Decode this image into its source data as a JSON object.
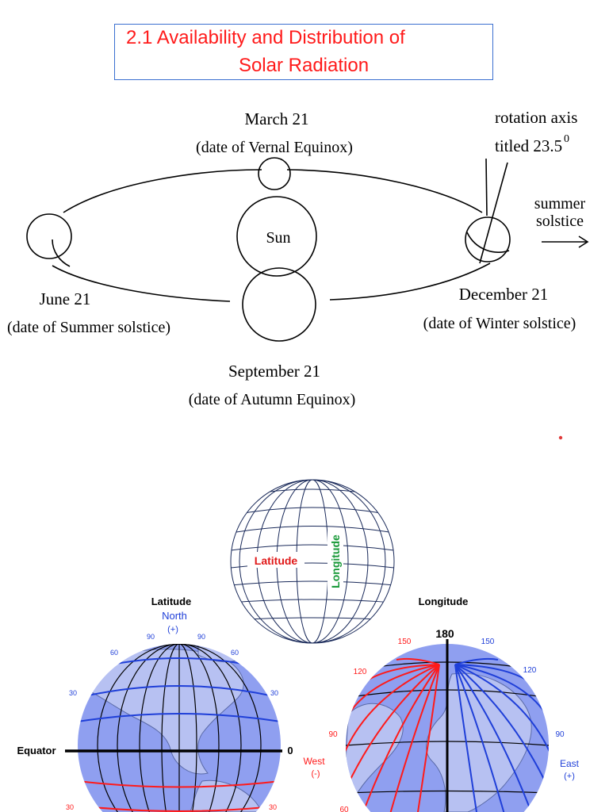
{
  "title": {
    "line1": "2.1 Availability and Distribution of",
    "line2": "Solar Radiation"
  },
  "orbit_diagram": {
    "march_date": "March 21",
    "march_caption": "(date of Vernal Equinox)",
    "rotation_axis_line1": "rotation axis",
    "rotation_axis_line2": "titled 23.5",
    "rotation_axis_degree": "0",
    "sun_label": "Sun",
    "summer_arrow_line1": "summer",
    "summer_arrow_line2": "solstice",
    "june_date": "June 21",
    "june_caption": "(date of Summer solstice)",
    "december_date": "December 21",
    "december_caption": "(date of Winter solstice)",
    "september_date": "September 21",
    "september_caption": "(date of Autumn Equinox)"
  },
  "globe_figure": {
    "latitude_word": "Latitude",
    "longitude_word": "Longitude"
  },
  "latitude_globe": {
    "heading": "Latitude",
    "north_label": "North",
    "north_sign": "(+)",
    "equator_label": "Equator",
    "zero_label": "0",
    "tick_90_left": "90",
    "tick_90_right": "90",
    "tick_60_left": "60",
    "tick_60_right": "60",
    "tick_30_left": "30",
    "tick_30_right": "30",
    "tick_neg30_left": "30",
    "tick_neg30_right": "30"
  },
  "longitude_globe": {
    "heading": "Longitude",
    "top_label": "180",
    "tick_150_left": "150",
    "tick_150_right": "150",
    "tick_120_left": "120",
    "tick_120_right": "120",
    "tick_90_left": "90",
    "tick_90_right": "90",
    "tick_60_left": "60",
    "west_label": "West",
    "west_sign": "(-)",
    "east_label": "East",
    "east_sign": "(+)"
  },
  "colors": {
    "title_text": "#ff1a1a",
    "title_border": "#3a6fd0",
    "globe_fill": "#8f9ff0",
    "land": "#b7c1f2",
    "latitude_red": "#ff1a1a",
    "longitude_green": "#1a9a3a",
    "grid_blue": "#1f3fd8"
  }
}
